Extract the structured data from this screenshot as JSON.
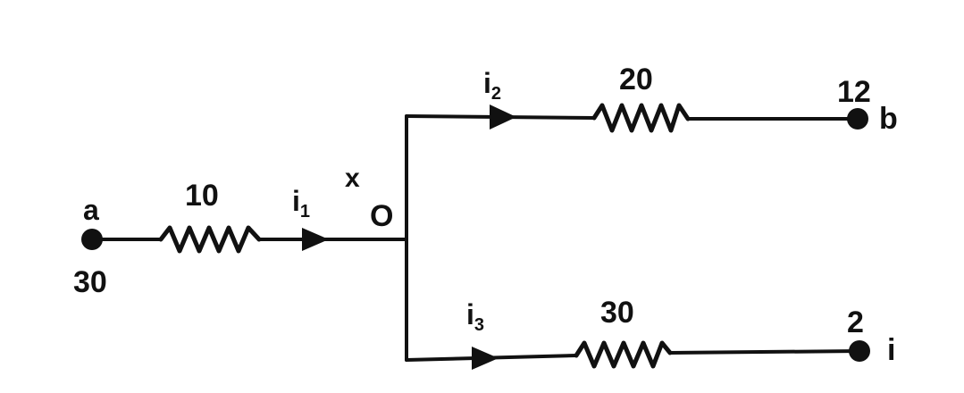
{
  "colors": {
    "ink": "#111111",
    "background": "#ffffff"
  },
  "nodes": {
    "a": {
      "name": "a",
      "potential": "30"
    },
    "b": {
      "name": "b",
      "potential": "12"
    },
    "i": {
      "name": "i",
      "potential": "2"
    },
    "junction": {
      "name": "O",
      "potential": "x"
    }
  },
  "resistors": {
    "r1": {
      "value": "10"
    },
    "r2": {
      "value": "20"
    },
    "r3": {
      "value": "30"
    }
  },
  "currents": {
    "i1": {
      "base": "i",
      "sub": "1"
    },
    "i2": {
      "base": "i",
      "sub": "2"
    },
    "i3": {
      "base": "i",
      "sub": "3"
    }
  }
}
